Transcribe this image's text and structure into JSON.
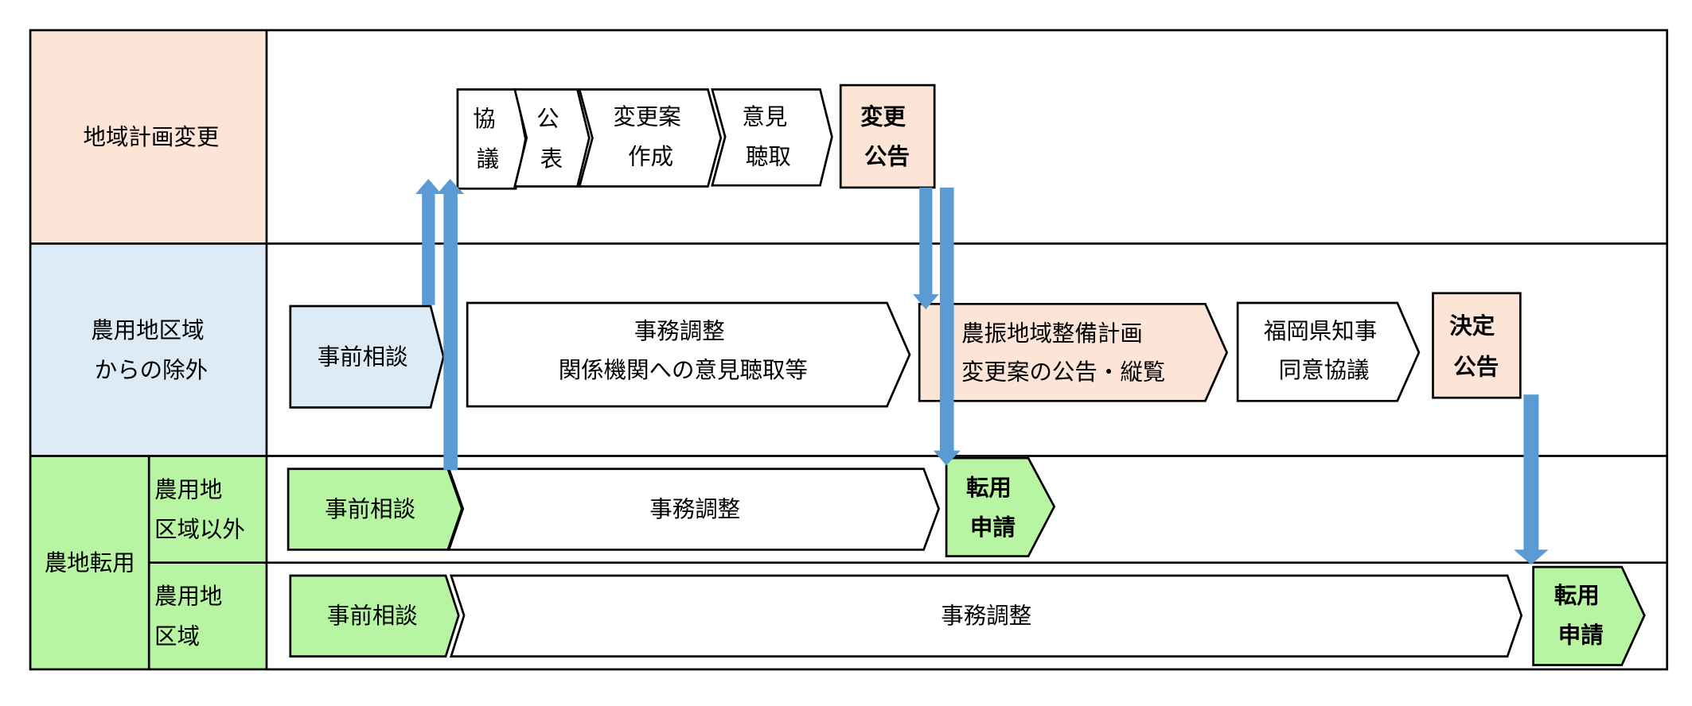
{
  "colors": {
    "regional_plan": "#fce4d6",
    "exclusion": "#ddebf7",
    "conversion": "#b7f5a3",
    "arrow": "#5b9bd5",
    "step_plain": "#ffffff"
  },
  "rows": {
    "regional_plan": {
      "label": "地域計画変更"
    },
    "exclusion": {
      "lines": [
        "農用地区域",
        "からの除外"
      ]
    },
    "conversion": {
      "label": "農地転用",
      "outside_area": {
        "lines": [
          "農用地",
          "区域以外"
        ]
      },
      "inside_area": {
        "lines": [
          "農用地",
          "区域"
        ]
      }
    }
  },
  "steps": {
    "regional_plan": [
      {
        "lines": [
          "協",
          "議"
        ]
      },
      {
        "lines": [
          "公",
          "表"
        ]
      },
      {
        "lines": [
          "変更案",
          "作成"
        ]
      },
      {
        "lines": [
          "意見",
          "聴取"
        ]
      },
      {
        "lines": [
          "変更",
          "公告"
        ]
      }
    ],
    "exclusion": [
      {
        "lines": [
          "事前相談"
        ]
      },
      {
        "lines": [
          "事務調整",
          "関係機関への意見聴取等"
        ]
      },
      {
        "lines": [
          "農振地域整備計画",
          "変更案の公告・縦覧"
        ]
      },
      {
        "lines": [
          "福岡県知事",
          "同意協議"
        ]
      },
      {
        "lines": [
          "決定",
          "公告"
        ]
      }
    ],
    "conversion_outside": [
      {
        "lines": [
          "事前相談"
        ]
      },
      {
        "lines": [
          "事務調整"
        ]
      },
      {
        "lines": [
          "転用",
          "申請"
        ]
      }
    ],
    "conversion_inside": [
      {
        "lines": [
          "事前相談"
        ]
      },
      {
        "lines": [
          "事務調整"
        ]
      },
      {
        "lines": [
          "転用",
          "申請"
        ]
      }
    ]
  }
}
